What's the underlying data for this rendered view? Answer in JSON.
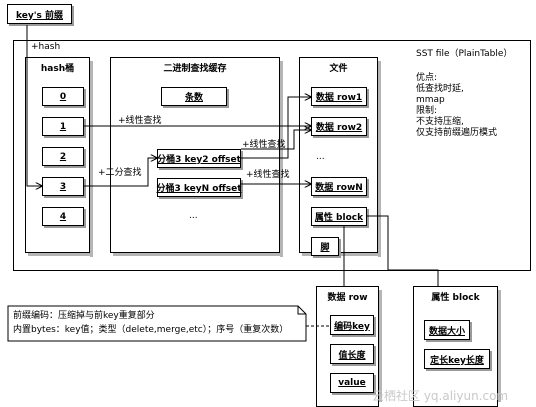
{
  "key_prefix": "key's 前缀",
  "hash_label": "+hash",
  "sst_title": "SST file（PlainTable）",
  "pros_title": "优点:",
  "pros_1": "低查找时延,",
  "pros_2": "mmap",
  "cons_title": "限制:",
  "cons_1": "不支持压缩,",
  "cons_2": "仅支持前缀遍历模式",
  "hash_bucket": {
    "title": "hash桶",
    "items": [
      "0",
      "1",
      "2",
      "3",
      "4"
    ]
  },
  "binary_cache": {
    "title": "二进制查找缓存",
    "count": "条数",
    "offset_key2": "分桶3 key2 offset",
    "offset_keyN": "分桶3 keyN offset",
    "ellipsis": "..."
  },
  "file": {
    "title": "文件",
    "row1": "数据 row1",
    "row2": "数据 row2",
    "ellipsis": "...",
    "rowN": "数据 rowN",
    "property_block": "属性 block",
    "footer": "脚"
  },
  "edges": {
    "linear_search_1": "+线性查找",
    "binary_search": "+二分查找",
    "linear_search_2": "+线性查找",
    "linear_search_3": "+线性查找"
  },
  "data_row": {
    "title": "数据 row",
    "encoded_key": "编码key",
    "value_length": "值长度",
    "value": "value"
  },
  "property": {
    "title": "属性 block",
    "data_size": "数据大小",
    "fixed_key_length": "定长key长度"
  },
  "note": {
    "line1": "前缀编码：压缩掉与前key重复部分",
    "line2": "内置bytes：key值；类型（delete,merge,etc）；序号（重复次数）"
  },
  "watermark": "云栖社区 yq.aliyun.com"
}
